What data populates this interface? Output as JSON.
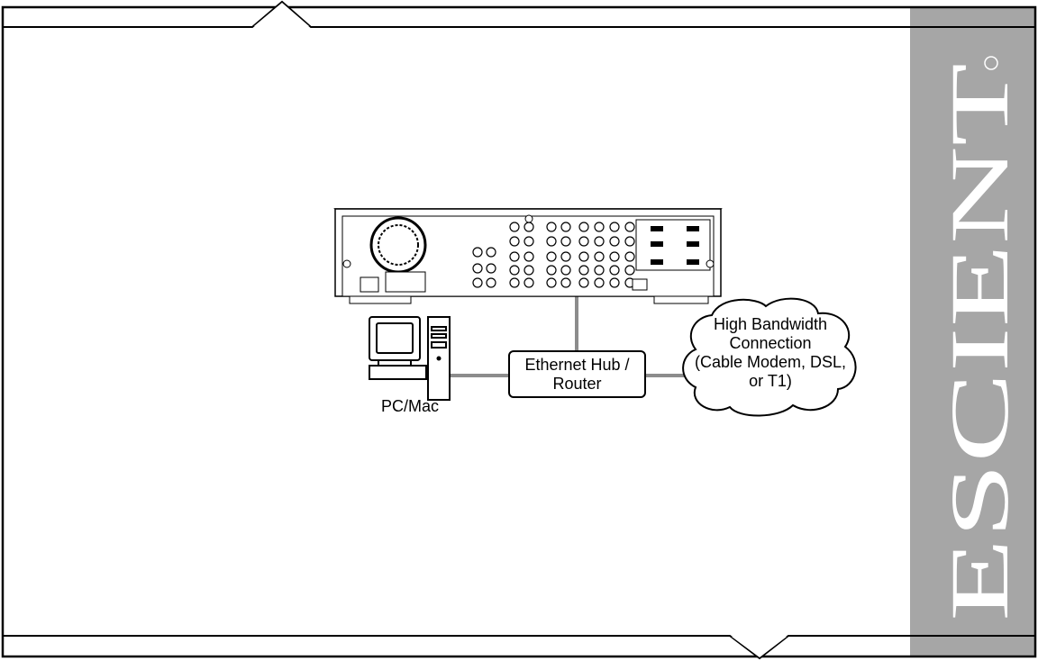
{
  "logo": {
    "text": "ESCIENT",
    "mark": "®",
    "background": "#a6a6a6"
  },
  "diagram": {
    "pc_label": "PC/Mac",
    "hub_label_line1": "Ethernet Hub /",
    "hub_label_line2": "Router",
    "cloud_lines": [
      "High Bandwidth",
      "Connection",
      "(Cable Modem, DSL,",
      "or T1)"
    ],
    "cable_color": "#8c8c8c"
  }
}
